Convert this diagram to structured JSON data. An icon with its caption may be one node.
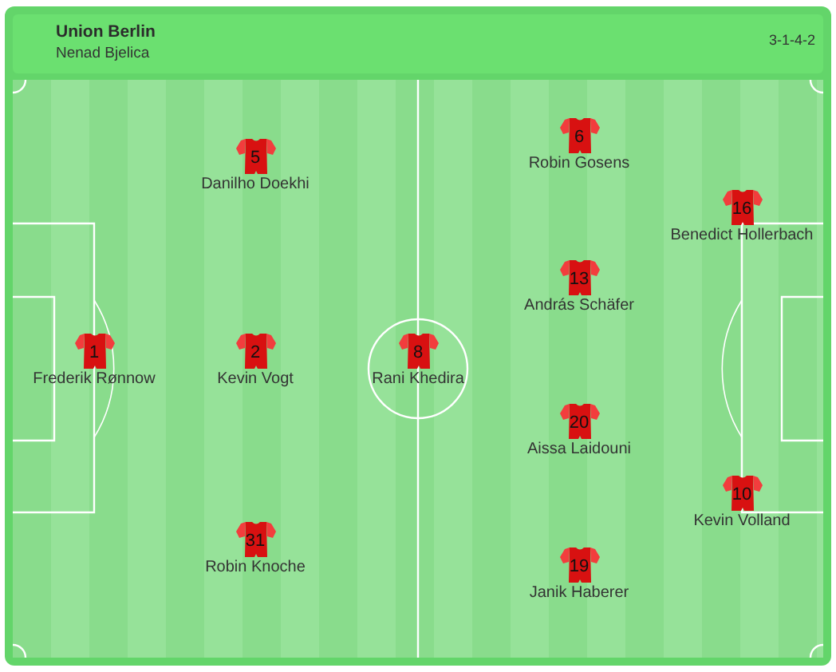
{
  "diagram": {
    "title": "Union Berlin",
    "nodes": [
      {
        "text": [
          "1"
        ],
        "beside": [
          "Frederik Rønnow"
        ]
      },
      {
        "text": [
          "5"
        ],
        "beside": [
          "Danilho Doekhi"
        ]
      },
      {
        "text": [
          "2"
        ],
        "beside": [
          "Kevin Vogt"
        ]
      },
      {
        "text": [
          "31"
        ],
        "beside": [
          "Robin Knoche"
        ]
      },
      {
        "text": [
          "8"
        ],
        "beside": [
          "Rani Khedira"
        ]
      },
      {
        "text": [
          "6"
        ],
        "beside": [
          "Robin Gosens"
        ]
      },
      {
        "text": [
          "13"
        ],
        "beside": [
          "András Schäfer"
        ]
      },
      {
        "text": [
          "20"
        ],
        "beside": [
          "Aissa Laidouni"
        ]
      },
      {
        "text": [
          "19"
        ],
        "beside": [
          "Janik Haberer"
        ]
      },
      {
        "text": [
          "16"
        ],
        "beside": [
          "Benedict Hollerbach"
        ]
      },
      {
        "text": [
          "10"
        ],
        "beside": [
          "Kevin Volland"
        ]
      }
    ],
    "labels": [
      "Nenad Bjelica",
      "3-1-4-2"
    ]
  }
}
